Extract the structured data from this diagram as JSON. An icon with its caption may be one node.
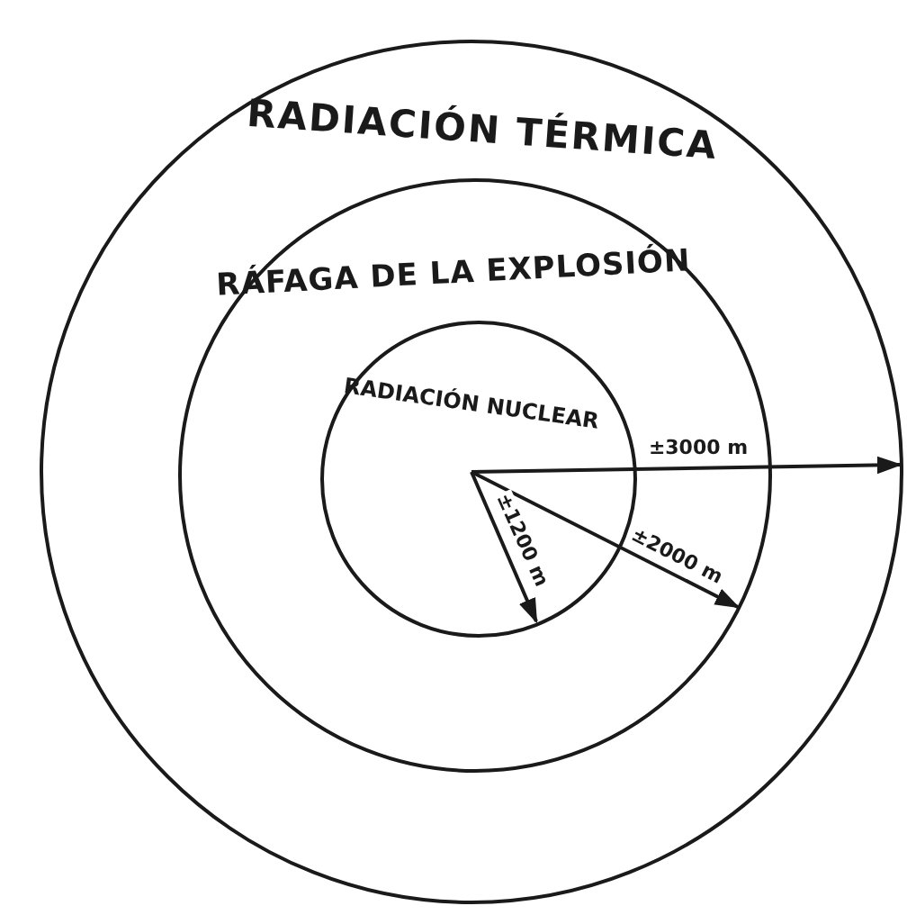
{
  "diagram": {
    "nodes": [
      {
        "text": [
          "RADIACIÓN TÉRMICA"
        ]
      },
      {
        "text": [
          "RÁFAGA DE LA EXPLOSIÓN"
        ],
        "in": 0
      },
      {
        "text": [
          "RADIACIÓN NUCLEAR"
        ],
        "in": 1
      }
    ],
    "labels": [
      "±3000 m",
      "±2000 m",
      "±1200 m"
    ]
  }
}
